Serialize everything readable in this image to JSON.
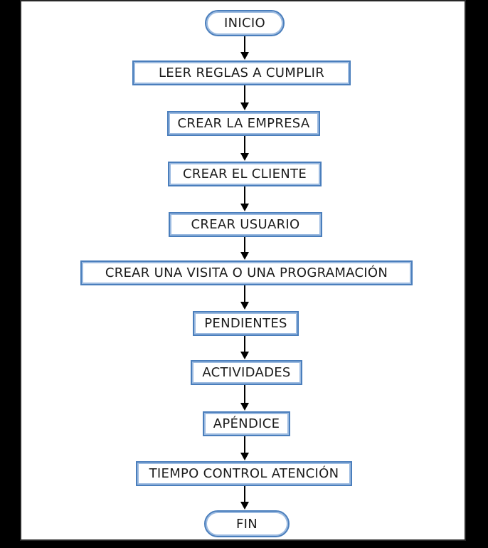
{
  "diagram": {
    "type": "flowchart",
    "direction": "top-down",
    "background_color": "#000000",
    "slide_color": "#ffffff",
    "node_border_color": "#4a7ebc",
    "node_border_inner_color": "#9bbae0",
    "node_fill_color": "#ffffff",
    "text_color": "#1b1b1b",
    "arrow_color": "#000000",
    "nodes": [
      {
        "id": "inicio",
        "shape": "terminator",
        "label": "INICIO"
      },
      {
        "id": "leer",
        "shape": "process",
        "label": "LEER REGLAS A CUMPLIR"
      },
      {
        "id": "empresa",
        "shape": "process",
        "label": "CREAR LA EMPRESA"
      },
      {
        "id": "cliente",
        "shape": "process",
        "label": "CREAR EL CLIENTE"
      },
      {
        "id": "usuario",
        "shape": "process",
        "label": "CREAR USUARIO"
      },
      {
        "id": "visita",
        "shape": "process",
        "label": "CREAR UNA VISITA O UNA PROGRAMACIÓN"
      },
      {
        "id": "pendientes",
        "shape": "process",
        "label": "PENDIENTES"
      },
      {
        "id": "actividades",
        "shape": "process",
        "label": "ACTIVIDADES"
      },
      {
        "id": "apendice",
        "shape": "process",
        "label": "APÉNDICE"
      },
      {
        "id": "tiempo",
        "shape": "process",
        "label": "TIEMPO CONTROL ATENCIÓN"
      },
      {
        "id": "fin",
        "shape": "terminator",
        "label": "FIN"
      }
    ],
    "edges": [
      {
        "from": "inicio",
        "to": "leer"
      },
      {
        "from": "leer",
        "to": "empresa"
      },
      {
        "from": "empresa",
        "to": "cliente"
      },
      {
        "from": "cliente",
        "to": "usuario"
      },
      {
        "from": "usuario",
        "to": "visita"
      },
      {
        "from": "visita",
        "to": "pendientes"
      },
      {
        "from": "pendientes",
        "to": "actividades"
      },
      {
        "from": "actividades",
        "to": "apendice"
      },
      {
        "from": "apendice",
        "to": "tiempo"
      },
      {
        "from": "tiempo",
        "to": "fin"
      }
    ]
  }
}
